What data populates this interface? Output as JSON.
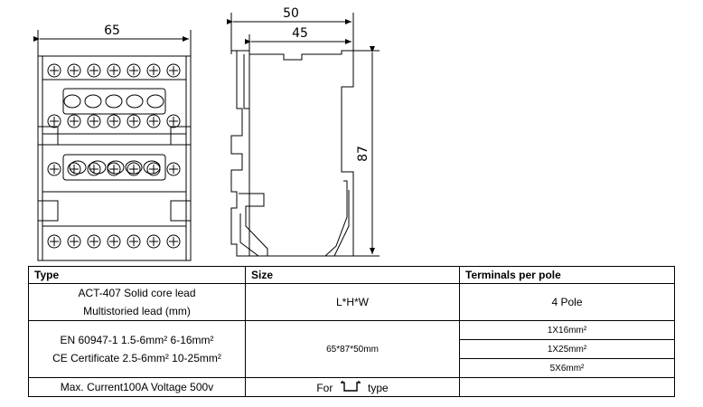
{
  "drawing": {
    "front_width_label": "65",
    "side_overall_width_label": "50",
    "side_body_width_label": "45",
    "height_label": "87"
  },
  "table": {
    "headers": {
      "type": "Type",
      "size": "Size",
      "terminals": "Terminals per pole"
    },
    "row1": {
      "type_line1": "ACT-407 Solid core lead",
      "type_line2": "Multistoried lead (mm)",
      "size": "L*H*W",
      "terminals": "4 Pole"
    },
    "row2": {
      "type_line1": "EN 60947-1 1.5-6mm² 6-16mm²",
      "type_line2": "CE Certificate 2.5-6mm² 10-25mm²",
      "size": "65*87*50mm",
      "terminals": [
        "1X16mm²",
        "1X25mm²",
        "5X6mm²"
      ]
    },
    "row3": {
      "type": "Max. Current100A Voltage 500v",
      "for_prefix": "For",
      "for_suffix": "type",
      "for_icon": "din-rail-icon",
      "terminals": ""
    }
  }
}
